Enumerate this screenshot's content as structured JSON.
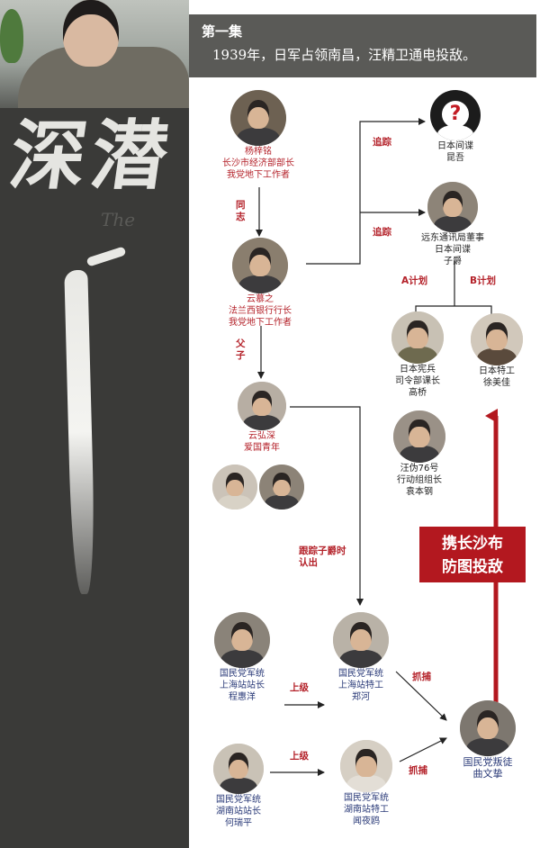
{
  "poster": {
    "title": "深潜",
    "subtitle": "The"
  },
  "episode": {
    "title": "第一集",
    "description": "1939年，日军占领南昌，汪精卫通电投敌。"
  },
  "nodes": {
    "yang": [
      "杨梓铭",
      "长沙市经济部部长",
      "我党地下工作者"
    ],
    "yun_mu": [
      "云慕之",
      "法兰西银行行长",
      "我党地下工作者"
    ],
    "yun_hong": [
      "云弘深",
      "爱国青年"
    ],
    "kunwu": [
      "日本间谍",
      "昆吾"
    ],
    "zijue": [
      "远东通讯局董事",
      "日本间谍",
      "子爵"
    ],
    "gaoqiao": [
      "日本宪兵",
      "司令部课长",
      "高桥"
    ],
    "xu": [
      "日本特工",
      "徐美佳"
    ],
    "yuan": [
      "汪伪76号",
      "行动组组长",
      "袁本钢"
    ],
    "cheng": [
      "国民党军统",
      "上海站站长",
      "程惠洋"
    ],
    "zheng": [
      "国民党军统",
      "上海站特工",
      "郑河"
    ],
    "he": [
      "国民党军统",
      "湖南站站长",
      "何瑞平"
    ],
    "wen": [
      "国民党军统",
      "湖南站特工",
      "闻夜鸥"
    ],
    "qu": [
      "国民党叛徒",
      "曲文挚"
    ]
  },
  "edges": {
    "tongzhi": [
      "同",
      "志"
    ],
    "fuzi": [
      "父",
      "子"
    ],
    "zhuizong1": "追踪",
    "zhuizong2": "追踪",
    "plan_a": "A计划",
    "plan_b": "B计划",
    "track_note": [
      "跟踪子爵时",
      "认出"
    ],
    "shangji1": "上级",
    "shangji2": "上级",
    "zhuabu1": "抓捕",
    "zhuabu2": "抓捕"
  },
  "callout": [
    "携长沙布",
    "防图投敌"
  ],
  "colors": {
    "accent_red": "#b4222a",
    "box_red": "#b3181f",
    "banner_gray": "#5a5a57",
    "poster_dark": "#3a3a38",
    "label_blue": "#2a3a78"
  }
}
